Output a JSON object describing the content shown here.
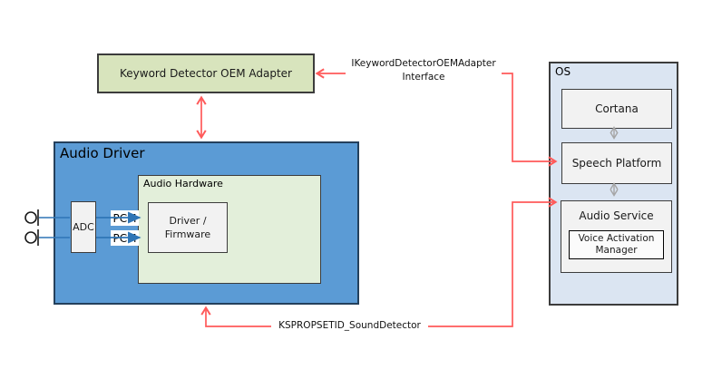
{
  "boxes": {
    "keyword_adapter": "Keyword Detector OEM Adapter",
    "audio_driver": "Audio Driver",
    "audio_hardware": "Audio Hardware",
    "driver_firmware_line1": "Driver /",
    "driver_firmware_line2": "Firmware",
    "adc": "ADC",
    "os": "OS",
    "cortana": "Cortana",
    "speech_platform": "Speech Platform",
    "audio_service": "Audio Service",
    "voice_activation_manager": "Voice Activation Manager"
  },
  "labels": {
    "pcm_top": "PCM",
    "pcm_bottom": "PCM",
    "ikeyword_line1": "IKeywordDetectorOEMAdapter",
    "ikeyword_line2": "Interface",
    "ksprop": "KSPROPSETID_SoundDetector"
  },
  "icons": {
    "mic_top": "microphone-input-icon",
    "mic_bottom": "microphone-input-icon"
  },
  "colors": {
    "keyword_adapter_fill": "#d8e4bd",
    "audio_driver_fill": "#5b9bd5",
    "audio_hardware_fill": "#e3efda",
    "os_fill": "#dbe5f2",
    "inner_box_fill": "#f2f2f2",
    "voice_activation_fill": "#fbfbfb",
    "connector_red": "#ff5a5a",
    "connector_blue": "#2e75b6",
    "connector_gray": "#a6a6a6",
    "border_dark": "#3c3c3c"
  }
}
